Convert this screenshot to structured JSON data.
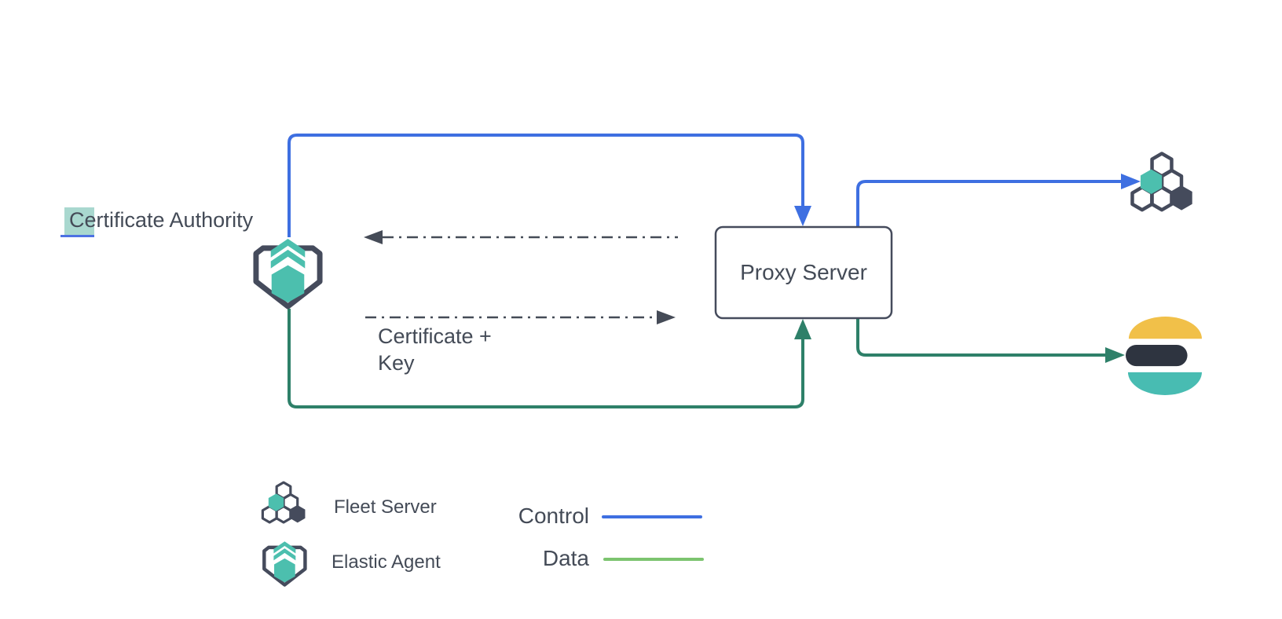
{
  "colors": {
    "background": "#ffffff",
    "control": "#3e6fe1",
    "data": "#2e8069",
    "data_legend": "#7cc46f",
    "teal": "#4cbfae",
    "outline": "#454b5c",
    "dash": "#454b57",
    "text": "#444b57",
    "es_yellow": "#f1c049",
    "es_dark": "#2e3440",
    "es_teal": "#48bcb2",
    "selection_highlight": "#a9d8cf",
    "selection_caret": "#4d72e3"
  },
  "nodes": {
    "certificate_authority": {
      "selected_char": "C",
      "rest": "ertificate Authority"
    },
    "elastic_agent": {
      "icon": "elastic-agent-icon"
    },
    "proxy_server": {
      "label": "Proxy Server"
    },
    "fleet_server": {
      "icon": "fleet-server-icon"
    },
    "elasticsearch": {
      "icon": "elasticsearch-icon"
    }
  },
  "edges": [
    {
      "id": "control-agent-to-proxy",
      "type": "Control",
      "from": "elastic_agent",
      "to": "proxy_server"
    },
    {
      "id": "control-proxy-to-fleet",
      "type": "Control",
      "from": "proxy_server",
      "to": "fleet_server"
    },
    {
      "id": "data-agent-to-proxy",
      "type": "Data",
      "from": "elastic_agent",
      "to": "proxy_server"
    },
    {
      "id": "data-proxy-to-es",
      "type": "Data",
      "from": "proxy_server",
      "to": "elasticsearch"
    },
    {
      "id": "dashed-toward-agent",
      "style": "dash-dot",
      "direction": "left",
      "label": ""
    },
    {
      "id": "dashed-toward-proxy",
      "style": "dash-dot",
      "direction": "right",
      "label": "Certificate +\nKey"
    }
  ],
  "legend": {
    "items": [
      {
        "icon": "fleet-server-icon",
        "label": "Fleet Server"
      },
      {
        "icon": "elastic-agent-icon",
        "label": "Elastic Agent"
      }
    ],
    "lines": [
      {
        "label": "Control",
        "color": "#3e6fe1"
      },
      {
        "label": "Data",
        "color": "#7cc46f"
      }
    ]
  }
}
